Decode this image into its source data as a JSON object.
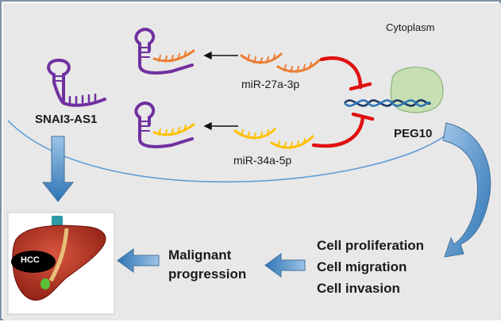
{
  "compartment_label": "Cytoplasm",
  "lncrna_label": "SNAI3-AS1",
  "mirna_top_label": "miR-27a-3p",
  "mirna_bottom_label": "miR-34a-5p",
  "target_gene_label": "PEG10",
  "organ_badge_label": "HCC",
  "phenotypes": [
    "Cell proliferation",
    "Cell migration",
    "Cell invasion"
  ],
  "outcome_label": "Malignant\nprogression",
  "colors": {
    "background": "#e8e8e8",
    "lncrna": "#7030a0",
    "mirna_top": "#ed7d31",
    "mirna_bottom": "#ffc000",
    "inhibition": "#e01010",
    "membrane": "#5b9bd5",
    "flow_arrow": "#5b9bd5",
    "dna_dark": "#1f3864",
    "dna_light": "#2e75b6",
    "peg10_blob": "#c6e0b4",
    "liver": "#b32b1c"
  },
  "icons": {
    "lncrna": "hairpin-rna-icon",
    "mirna": "mirna-strand-icon",
    "gene": "dna-helix-icon",
    "protein": "protein-blob-icon",
    "organ": "liver-icon"
  }
}
